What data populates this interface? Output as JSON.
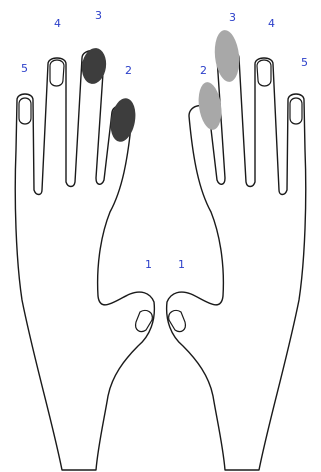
{
  "left_hand": {
    "finger_labels": {
      "thumb": "1",
      "index": "2",
      "middle": "3",
      "ring": "4",
      "pinky": "5"
    },
    "highlighted_fingers": [
      "index",
      "middle"
    ],
    "highlight_color": "#3d3d3d"
  },
  "right_hand": {
    "finger_labels": {
      "thumb": "1",
      "index": "2",
      "middle": "3",
      "ring": "4",
      "pinky": "5"
    },
    "highlighted_fingers": [
      "index",
      "middle"
    ],
    "highlight_color": "#a8a8a8"
  },
  "colors": {
    "label": "#2b3fc9",
    "outline": "#1a1a1a",
    "background": "#ffffff"
  }
}
